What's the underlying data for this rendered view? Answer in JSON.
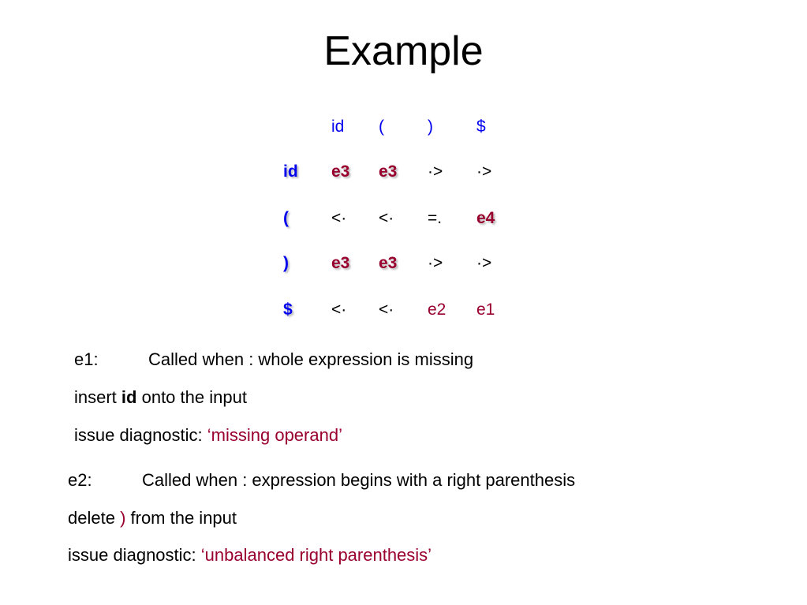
{
  "title": "Example",
  "table": {
    "col_headers": [
      "id",
      "(",
      ")",
      "$"
    ],
    "rows": [
      {
        "header": "id",
        "cells": [
          "e3",
          "e3",
          "·>",
          "·>"
        ]
      },
      {
        "header": "(",
        "cells": [
          "<·",
          "<·",
          "=.",
          "e4"
        ]
      },
      {
        "header": ")",
        "cells": [
          "e3",
          "e3",
          "·>",
          "·>"
        ]
      },
      {
        "header": "$",
        "cells": [
          "<·",
          "<·",
          "e2",
          "e1"
        ]
      }
    ]
  },
  "e1": {
    "label": "e1:",
    "desc": "Called when : whole expression is missing",
    "action_prefix": "insert ",
    "action_token": "id",
    "action_suffix": " onto the input",
    "diag_prefix": "issue diagnostic: ",
    "diag_message": "‘missing operand’"
  },
  "e2": {
    "label": "e2:",
    "desc": "Called when : expression begins with a right parenthesis",
    "action_prefix": "delete ",
    "action_token": ")",
    "action_suffix": " from the input",
    "diag_prefix": "issue diagnostic: ",
    "diag_message": "‘unbalanced right parenthesis’"
  },
  "colors": {
    "symbol_blue": "#0000ee",
    "error_red": "#99002e",
    "text": "#000000"
  }
}
